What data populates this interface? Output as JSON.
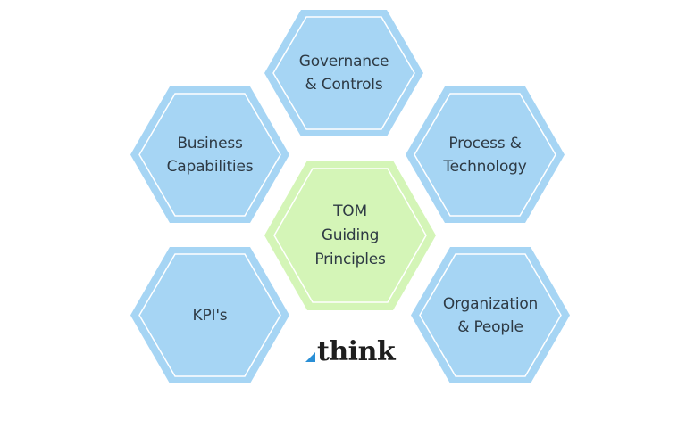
{
  "diagram": {
    "colors": {
      "outer_hex": "#a6d5f4",
      "center_hex": "#d4f5b7",
      "inner_border": "#ffffff",
      "text": "#2e3a44",
      "logo_accent": "#2a8fd6",
      "logo_text": "#1e1e1e"
    },
    "center": {
      "lines": [
        "TOM",
        "Guiding",
        "Principles"
      ]
    },
    "nodes": {
      "top": {
        "lines": [
          "Governance",
          "& Controls"
        ]
      },
      "upper_left": {
        "lines": [
          "Business",
          "Capabilities"
        ]
      },
      "upper_right": {
        "lines": [
          "Process &",
          "Technology"
        ]
      },
      "lower_left": {
        "lines": [
          "KPI's"
        ]
      },
      "lower_right": {
        "lines": [
          "Organization",
          "& People"
        ]
      }
    },
    "logo": {
      "text": "think",
      "icon": "triangle-mark-icon"
    }
  }
}
